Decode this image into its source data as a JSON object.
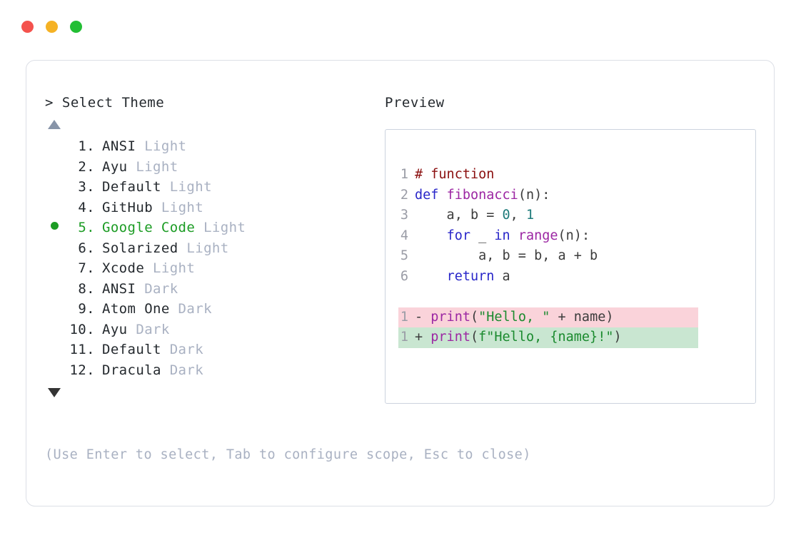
{
  "window": {
    "traffic_lights": [
      {
        "name": "close",
        "color": "#f4524d"
      },
      {
        "name": "minimize",
        "color": "#f5b225"
      },
      {
        "name": "maximize",
        "color": "#22be34"
      }
    ]
  },
  "prompt": {
    "marker": ">",
    "title": "Select Theme",
    "text": "> Select Theme"
  },
  "scroll": {
    "up_icon": "triangle-up",
    "down_icon": "triangle-down"
  },
  "list": {
    "selected_index": 5,
    "selected_color": "#1c9c24",
    "variant_color": "#a9b1c2",
    "items": [
      {
        "index": "1.",
        "name": "ANSI",
        "variant": "Light",
        "selected": false
      },
      {
        "index": "2.",
        "name": "Ayu",
        "variant": "Light",
        "selected": false
      },
      {
        "index": "3.",
        "name": "Default",
        "variant": "Light",
        "selected": false
      },
      {
        "index": "4.",
        "name": "GitHub",
        "variant": "Light",
        "selected": false
      },
      {
        "index": "5.",
        "name": "Google Code",
        "variant": "Light",
        "selected": true
      },
      {
        "index": "6.",
        "name": "Solarized",
        "variant": "Light",
        "selected": false
      },
      {
        "index": "7.",
        "name": "Xcode",
        "variant": "Light",
        "selected": false
      },
      {
        "index": "8.",
        "name": "ANSI",
        "variant": "Dark",
        "selected": false
      },
      {
        "index": "9.",
        "name": "Atom One",
        "variant": "Dark",
        "selected": false
      },
      {
        "index": "10.",
        "name": "Ayu",
        "variant": "Dark",
        "selected": false
      },
      {
        "index": "11.",
        "name": "Default",
        "variant": "Dark",
        "selected": false
      },
      {
        "index": "12.",
        "name": "Dracula",
        "variant": "Dark",
        "selected": false
      }
    ]
  },
  "hint": "(Use Enter to select, Tab to configure scope, Esc to close)",
  "preview": {
    "label": "Preview",
    "border_color": "#ccd3de",
    "code": [
      {
        "lineno": "1",
        "tokens": [
          {
            "text": "# function",
            "type": "comment"
          }
        ]
      },
      {
        "lineno": "2",
        "tokens": [
          {
            "text": "def ",
            "type": "keyword"
          },
          {
            "text": "fibonacci",
            "type": "func"
          },
          {
            "text": "(n):",
            "type": "punct"
          }
        ]
      },
      {
        "lineno": "3",
        "tokens": [
          {
            "text": "    a, b = ",
            "type": "plain"
          },
          {
            "text": "0",
            "type": "number"
          },
          {
            "text": ", ",
            "type": "plain"
          },
          {
            "text": "1",
            "type": "number"
          }
        ]
      },
      {
        "lineno": "4",
        "tokens": [
          {
            "text": "    ",
            "type": "plain"
          },
          {
            "text": "for",
            "type": "keyword"
          },
          {
            "text": " _ ",
            "type": "plain"
          },
          {
            "text": "in",
            "type": "keyword"
          },
          {
            "text": " ",
            "type": "plain"
          },
          {
            "text": "range",
            "type": "builtin"
          },
          {
            "text": "(n):",
            "type": "punct"
          }
        ]
      },
      {
        "lineno": "5",
        "tokens": [
          {
            "text": "        a, b = b, a + b",
            "type": "plain"
          }
        ]
      },
      {
        "lineno": "6",
        "tokens": [
          {
            "text": "    ",
            "type": "plain"
          },
          {
            "text": "return",
            "type": "keyword"
          },
          {
            "text": " a",
            "type": "plain"
          }
        ]
      }
    ],
    "diff": [
      {
        "lineno": "1",
        "sign": "-",
        "kind": "removed",
        "bg": "#fad3da",
        "tokens": [
          {
            "text": "print",
            "type": "builtin"
          },
          {
            "text": "(",
            "type": "punct"
          },
          {
            "text": "\"Hello, \"",
            "type": "string"
          },
          {
            "text": " + name)",
            "type": "plain"
          }
        ]
      },
      {
        "lineno": "1",
        "sign": "+",
        "kind": "added",
        "bg": "#c9e6d1",
        "tokens": [
          {
            "text": "print",
            "type": "builtin"
          },
          {
            "text": "(",
            "type": "punct"
          },
          {
            "text": "f\"Hello, {name}!\"",
            "type": "string"
          },
          {
            "text": ")",
            "type": "punct"
          }
        ]
      }
    ]
  }
}
